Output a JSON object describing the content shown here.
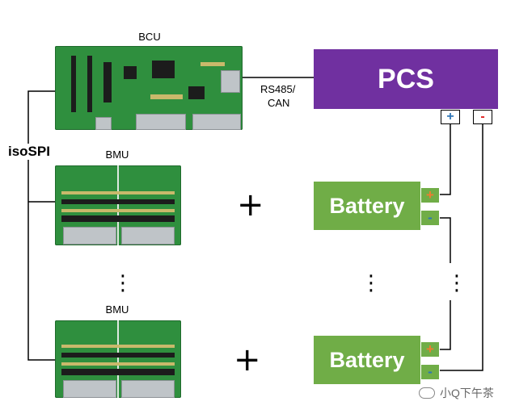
{
  "labels": {
    "bcu": "BCU",
    "bmu_top": "BMU",
    "bmu_bottom": "BMU",
    "isospi": "isoSPI",
    "rs485_line1": "RS485/",
    "rs485_line2": "CAN"
  },
  "pcs": {
    "label": "PCS",
    "plus": "+",
    "minus": "-",
    "color": "#7030a0"
  },
  "batteries": [
    {
      "label": "Battery",
      "plus": "+",
      "minus": "-"
    },
    {
      "label": "Battery",
      "plus": "+",
      "minus": "-"
    }
  ],
  "symbols": {
    "plus_top": "+",
    "plus_bottom": "+",
    "ellipsis": "⋮"
  },
  "colors": {
    "battery": "#70ad47",
    "plus_sign": "#ed7d31",
    "minus_sign": "#2e75b6",
    "pcs_plus": "#2e75b6",
    "pcs_minus": "#e02020"
  },
  "watermark": {
    "text": "小Q下午茶",
    "icon": "wechat-icon"
  }
}
